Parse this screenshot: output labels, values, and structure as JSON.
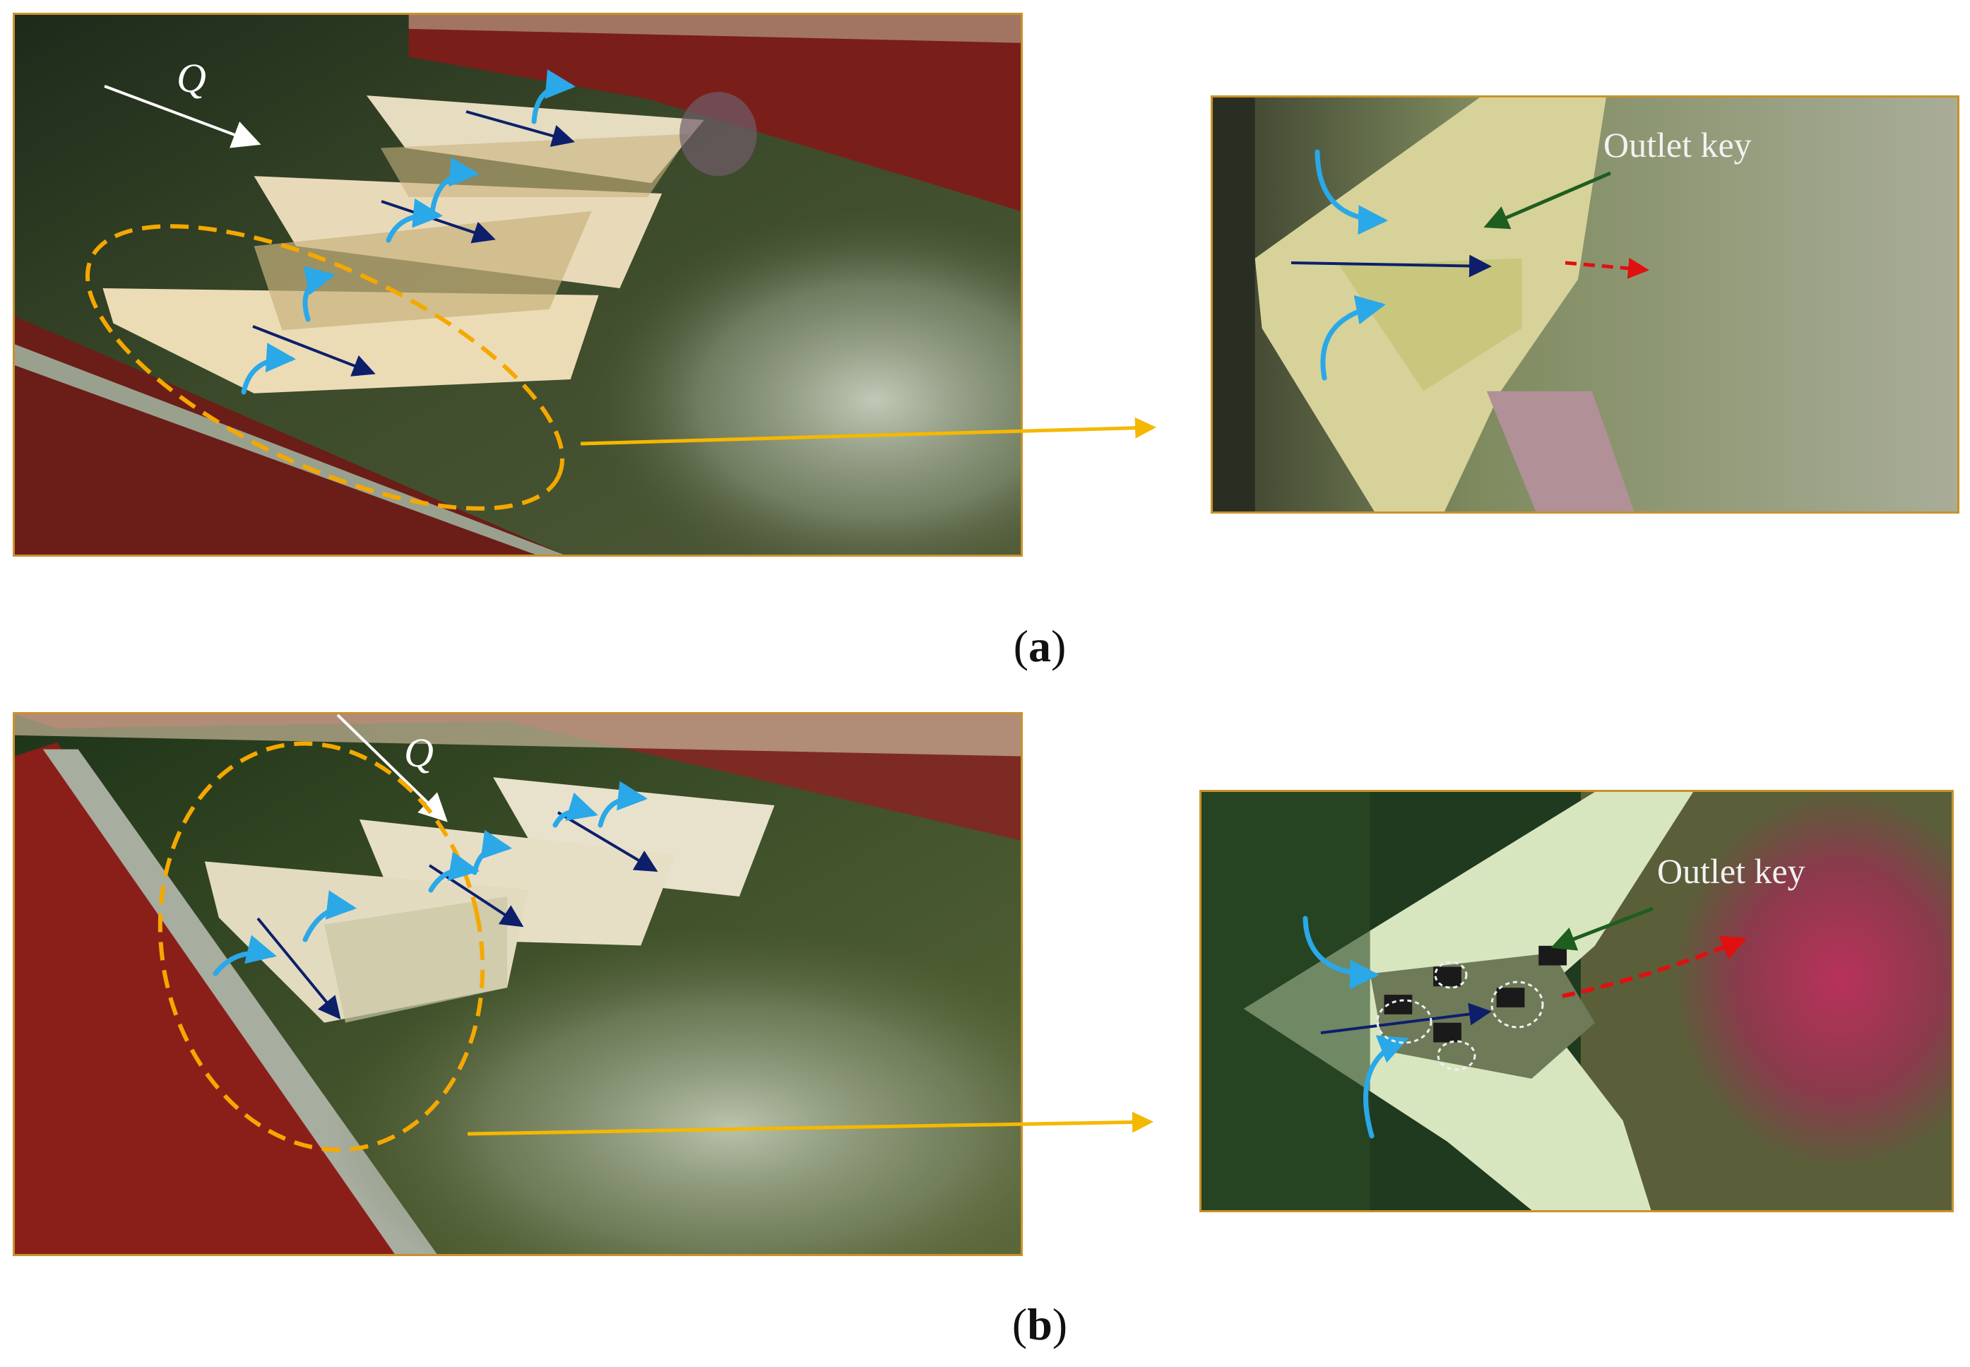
{
  "panels": {
    "a": {
      "caption_open": "(",
      "caption_letter": "a",
      "caption_close": ")",
      "flow_label": "Q",
      "detail_label": "Outlet key"
    },
    "b": {
      "caption_open": "(",
      "caption_letter": "b",
      "caption_close": ")",
      "flow_label": "Q",
      "detail_label": "Outlet key"
    }
  },
  "colors": {
    "frame": "#c8922a",
    "highlight_dashed": "#f5a800",
    "connector_arrow": "#f5b800",
    "inflow_arrow_light": "#2aa8e8",
    "flow_arrow_dark": "#0d1f6b",
    "outlet_arrow": "#e01010",
    "pointer_arrow": "#1e5e1e",
    "flow_label": "#ffffff"
  }
}
